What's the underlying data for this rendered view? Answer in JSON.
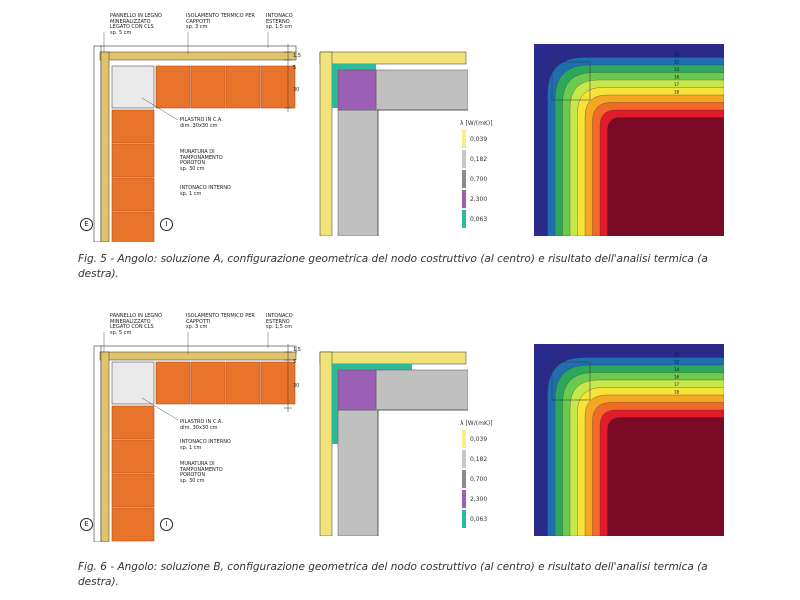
{
  "figures": [
    {
      "id": "fig5",
      "caption": "Fig. 5 - Angolo: soluzione A, configurazione geometrica del nodo costruttivo (al centro) e risultato dell'analisi termica (a destra).",
      "labels": {
        "pannello": "PANNELLO IN LEGNO MINERALIZZATO LEGATO CON CLS",
        "pannello_sp": "sp. 5 cm",
        "isolamento": "ISOLAMENTO TERMICO PER CAPPOTTI",
        "isolamento_sp": "sp. 3 cm",
        "intonaco_esterno": "INTONACO ESTERNO",
        "intonaco_esterno_sp": "sp. 1,5 cm",
        "pilastro": "PILASTRO IN C.A.",
        "pilastro_dim": "dim. 30x30 cm",
        "lbl_a": "MURATURA DI TAMPONAMENTO POROTON",
        "lbl_a_sp": "sp. 30 cm",
        "lbl_b": "INTONACO INTERNO",
        "lbl_b_sp": "sp. 1 cm",
        "dim_top": "1,5",
        "dim_mid": "5",
        "dim_big": "30",
        "exterior": "E",
        "interior": "I"
      },
      "legend": {
        "title": "λ [W/(mK)]",
        "values": [
          "0,039",
          "0,182",
          "0,700",
          "2,300",
          "0,063"
        ],
        "colors": [
          "#f3f08a",
          "#c8c8c8",
          "#8a8a8a",
          "#9b5fb5",
          "#2fb89a"
        ]
      },
      "isotherm_labels": [
        "10",
        "12",
        "14",
        "16",
        "17",
        "18"
      ]
    },
    {
      "id": "fig6",
      "caption": "Fig. 6 - Angolo: soluzione B, configurazione geometrica del nodo costruttivo (al centro) e risultato dell'analisi termica (a destra).",
      "labels": {
        "pannello": "PANNELLO IN LEGNO MINERALIZZATO LEGATO CON CLS",
        "pannello_sp": "sp. 5 cm",
        "isolamento": "ISOLAMENTO TERMICO PER CAPPOTTI",
        "isolamento_sp": "sp. 3 cm",
        "intonaco_esterno": "INTONACO ESTERNO",
        "intonaco_esterno_sp": "sp. 1,5 cm",
        "pilastro": "PILASTRO IN C.A.",
        "pilastro_dim": "dim. 30x30 cm",
        "lbl_a": "INTONACO INTERNO",
        "lbl_a_sp": "sp. 1 cm",
        "lbl_b": "MURATURA DI TAMPONAMENTO POROTON",
        "lbl_b_sp": "sp. 30 cm",
        "dim_top": "1,5",
        "dim_mid": "5",
        "dim_big": "30",
        "exterior": "E",
        "interior": "I"
      },
      "legend": {
        "title": "λ [W/(mK)]",
        "values": [
          "0,039",
          "0,182",
          "0,700",
          "2,300",
          "0,063"
        ],
        "colors": [
          "#f3f08a",
          "#c8c8c8",
          "#8a8a8a",
          "#9b5fb5",
          "#2fb89a"
        ]
      },
      "isotherm_labels": [
        "10",
        "12",
        "14",
        "16",
        "17",
        "18"
      ]
    }
  ],
  "colors": {
    "brick": "#e8742c",
    "brick_line": "#b94d16",
    "pillar": "#e9e9e9",
    "insulation": "#f1e27a",
    "panel": "#e0c46a",
    "concrete_grey": "#c0c0c0",
    "thermal_bands": [
      "#7a0a26",
      "#e01b2a",
      "#f26a2a",
      "#f7a623",
      "#f7e23a",
      "#c7e84a",
      "#6cc94f",
      "#2da85a",
      "#1f6fb0",
      "#2a2a8c"
    ]
  }
}
